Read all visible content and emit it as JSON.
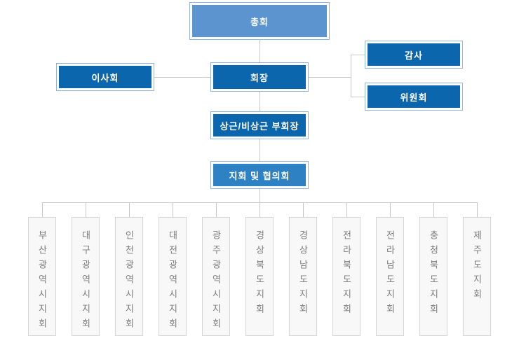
{
  "org": {
    "nodes": {
      "assembly": {
        "label": "총회"
      },
      "board": {
        "label": "이사회"
      },
      "president": {
        "label": "회장"
      },
      "auditor": {
        "label": "감사"
      },
      "committee": {
        "label": "위원회"
      },
      "vice_president": {
        "label": "상근/비상근 부회장"
      },
      "branch_council": {
        "label": "지회 및 협의회"
      }
    },
    "branches": [
      {
        "label": "부산광역시지회"
      },
      {
        "label": "대구광역시지회"
      },
      {
        "label": "인천광역시지회"
      },
      {
        "label": "대전광역시지회"
      },
      {
        "label": "광주광역시지회"
      },
      {
        "label": "경상북도지회"
      },
      {
        "label": "경상남도지회"
      },
      {
        "label": "전라북도지회"
      },
      {
        "label": "전라남도지회"
      },
      {
        "label": "충청북도지회"
      },
      {
        "label": "제주도지회"
      }
    ],
    "colors": {
      "light_blue": "#5b94cf",
      "dark_blue": "#0c66ae",
      "medium_blue": "#2e82c4",
      "box_border_blue": "#8fb4dc",
      "line": "#c8c8c8",
      "gray_fill": "#f8f8f8",
      "gray_border": "#d6d6d6",
      "gray_text": "#7b7b7b"
    }
  }
}
